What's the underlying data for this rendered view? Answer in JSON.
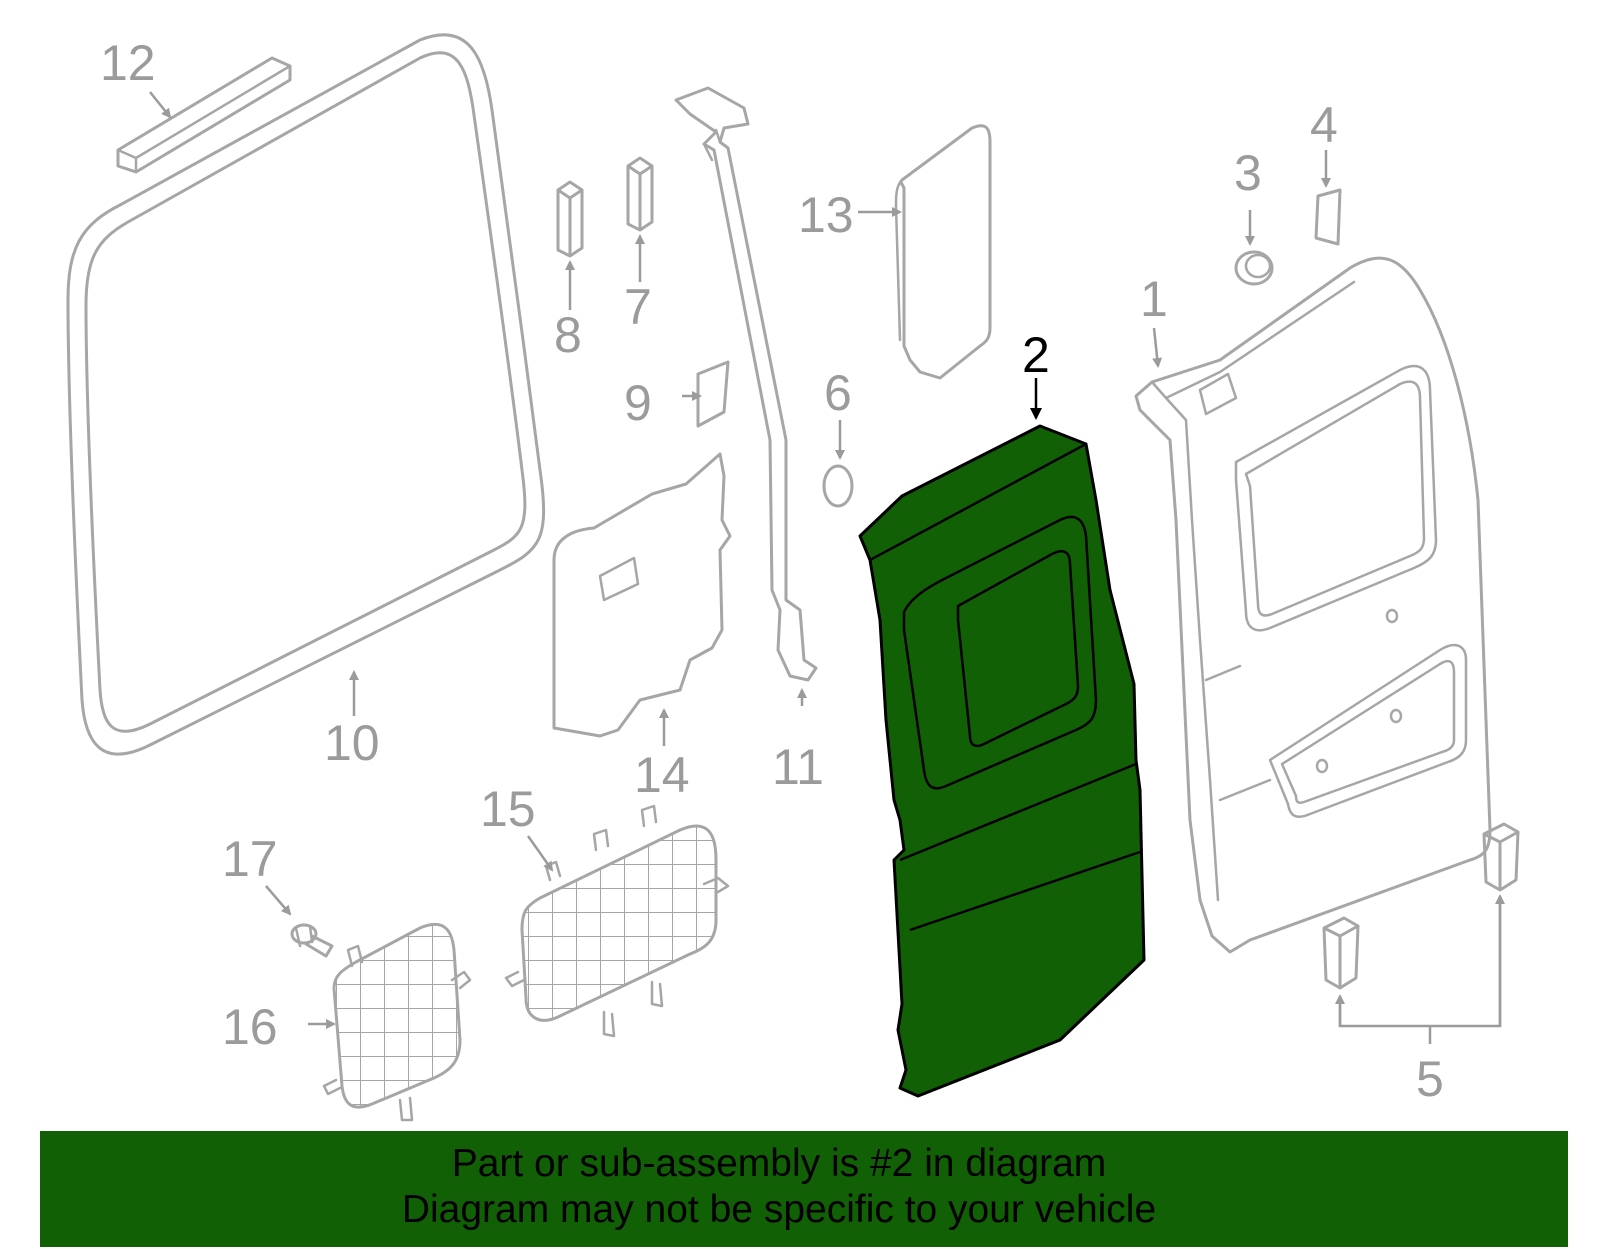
{
  "diagram": {
    "highlight_color": "#116005",
    "outline_color": "#a6a6a6",
    "callouts": {
      "c1": "1",
      "c2": "2",
      "c3": "3",
      "c4": "4",
      "c5": "5",
      "c6": "6",
      "c7": "7",
      "c8": "8",
      "c9": "9",
      "c10": "10",
      "c11": "11",
      "c12": "12",
      "c13": "13",
      "c14": "14",
      "c15": "15",
      "c16": "16",
      "c17": "17"
    },
    "highlighted_part": "2"
  },
  "footer": {
    "line1": "Part or sub-assembly is #2 in diagram",
    "line2": "Diagram may not be specific to your vehicle"
  }
}
